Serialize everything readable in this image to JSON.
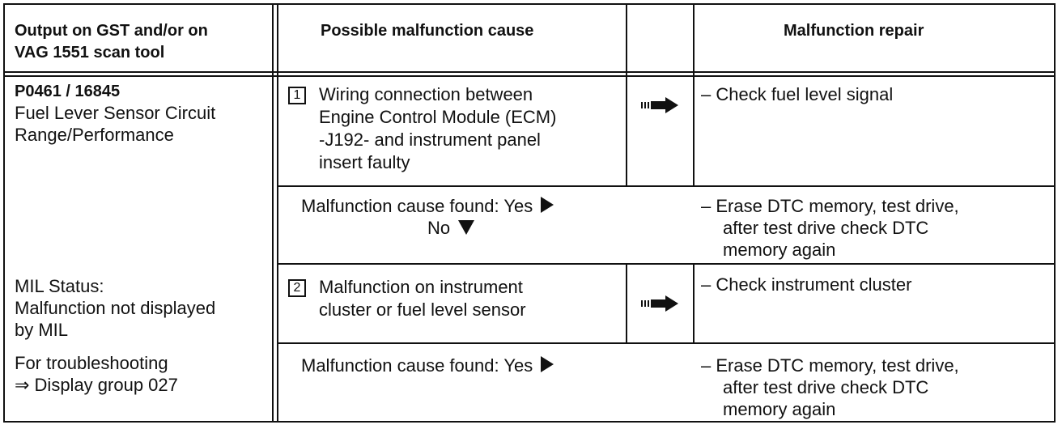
{
  "header": {
    "col1": "Output on GST and/or on VAG 1551 scan tool",
    "col1_line1": "Output on GST and/or on",
    "col1_line2": "VAG 1551 scan tool",
    "col2": "Possible malfunction cause",
    "col3": "Malfunction repair"
  },
  "left_column": {
    "dtc_code": "P0461 / 16845",
    "dtc_desc_line1": "Fuel Lever Sensor Circuit",
    "dtc_desc_line2": "Range/Performance",
    "mil_line1": "MIL Status:",
    "mil_line2": "Malfunction not displayed",
    "mil_line3": "by MIL",
    "trouble_line1": "For troubleshooting",
    "trouble_line2": "⇒ Display group 027"
  },
  "steps": [
    {
      "number": "1",
      "cause_lines": [
        "Wiring connection between",
        "Engine Control Module (ECM)",
        "-J192- and instrument panel",
        "insert faulty"
      ],
      "repair": "– Check fuel level signal"
    },
    {
      "number": "2",
      "cause_lines": [
        "Malfunction on instrument",
        "cluster or fuel level sensor"
      ],
      "repair": "– Check instrument cluster"
    }
  ],
  "found_rows": [
    {
      "yes_text": "Malfunction cause found: Yes",
      "no_text": "No",
      "repair_lines": [
        "– Erase DTC memory, test drive,",
        "after test drive check DTC",
        "memory again"
      ]
    },
    {
      "yes_text": "Malfunction cause found: Yes",
      "repair_lines": [
        "– Erase DTC memory, test drive,",
        "after test drive check DTC",
        "memory again"
      ]
    }
  ],
  "colors": {
    "ink": "#111111",
    "paper": "#ffffff"
  }
}
